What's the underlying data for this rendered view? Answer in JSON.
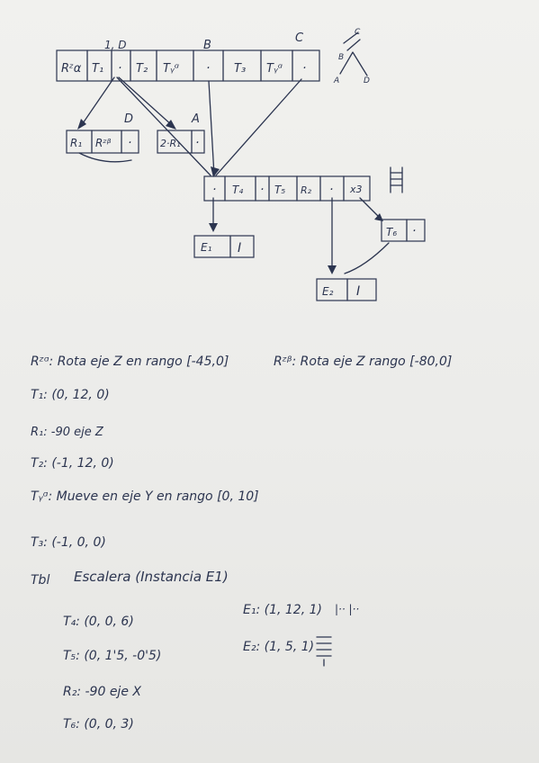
{
  "diagram": {
    "root_labels": {
      "a": "1, D",
      "b": "B",
      "c": "C"
    },
    "root_cells": [
      "Rᶻα",
      "T₁",
      "·",
      "T₂",
      "Tᵧᵅ",
      "·",
      "T₃",
      "Tᵧᵅ",
      "·"
    ],
    "node_d": {
      "label": "D",
      "cells": [
        "R₁",
        "Rᶻᵝ",
        "·"
      ]
    },
    "node_a": {
      "label": "A",
      "cells": [
        "2·R₁",
        "·"
      ]
    },
    "ladder_row": {
      "cells": [
        "·",
        "T₄",
        "·",
        "T₅",
        "R₂",
        "·",
        "x3"
      ]
    },
    "leaf_e1": [
      "E₁",
      "I"
    ],
    "leaf_t6": [
      "T₆",
      "·"
    ],
    "leaf_e2": [
      "E₂",
      "I"
    ],
    "corner_tree": {
      "top": "C",
      "mid": "B",
      "left": "A",
      "right": "D"
    }
  },
  "notes": {
    "rz_alpha": "Rᶻᵅ: Rota eje Z en rango [-45,0]",
    "rz_beta": "Rᶻᵝ: Rota eje Z rango [-80,0]",
    "t1": "T₁: (0, 12, 0)",
    "r1": "R₁: -90 eje Z",
    "t2": "T₂: (-1, 12, 0)",
    "ty_alpha": "Tᵧᵅ: Mueve en eje Y en rango [0, 10]",
    "t3": "T₃: (-1, 0, 0)",
    "tbl": "Tbl",
    "escalera": "Escalera (Instancia E1)",
    "t4": "T₄: (0, 0, 6)",
    "t5": "T₅: (0, 1'5, -0'5)",
    "r2": "R₂: -90 eje X",
    "t6": "T₆: (0, 0, 3)",
    "e1": "E₁: (1, 12, 1)",
    "e2": "E₂: (1, 5, 1)",
    "e1_mark": "|·· |··"
  }
}
